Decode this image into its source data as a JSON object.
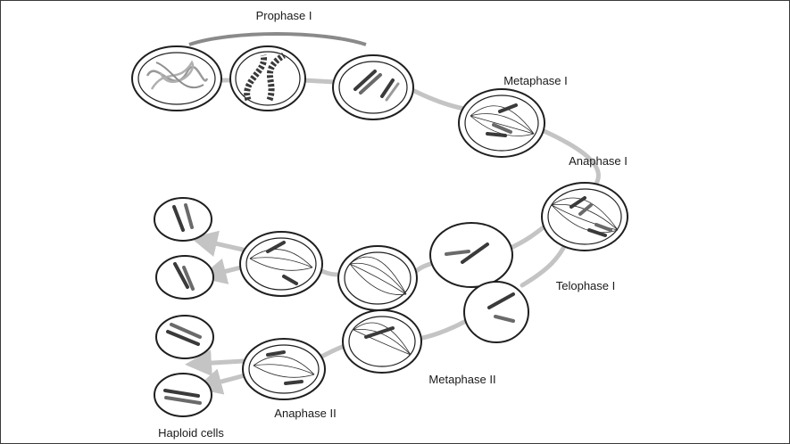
{
  "labels": {
    "prophase_1": "Prophase I",
    "metaphase_1": "Metaphase I",
    "anaphase_1": "Anaphase I",
    "telophase_1": "Telophase I",
    "metaphase_2": "Metaphase II",
    "anaphase_2": "Anaphase II",
    "haploid_cells": "Haploid cells"
  }
}
